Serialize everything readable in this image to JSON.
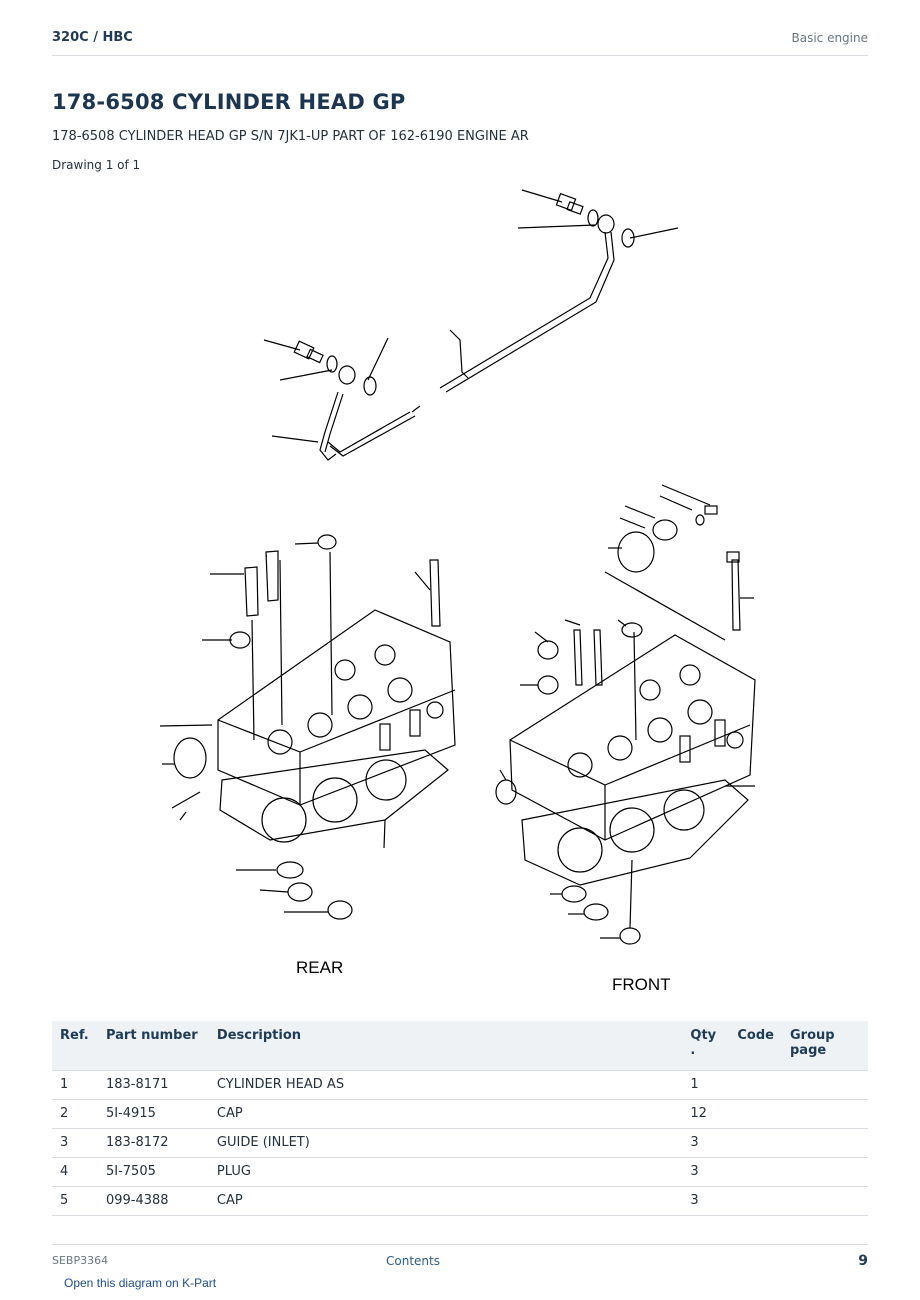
{
  "header": {
    "model": "320C  /  HBC",
    "section": "Basic engine"
  },
  "title": "178-6508 CYLINDER HEAD GP",
  "subtitle": "178-6508 CYLINDER HEAD GP S/N 7JK1-UP PART OF 162-6190 ENGINE AR",
  "drawing_count": "Drawing 1 of 1",
  "diagram": {
    "rear_label": "REAR",
    "front_label": "FRONT"
  },
  "table": {
    "headers": {
      "ref": "Ref.",
      "part": "Part number",
      "desc": "Description",
      "qty": "Qty\n.",
      "code": "Code",
      "group": "Group page"
    },
    "rows": [
      {
        "ref": "1",
        "part": "183-8171",
        "desc": "CYLINDER HEAD AS",
        "qty": "1",
        "code": "",
        "group": ""
      },
      {
        "ref": "2",
        "part": "5I-4915",
        "desc": "CAP",
        "qty": "12",
        "code": "",
        "group": ""
      },
      {
        "ref": "3",
        "part": "183-8172",
        "desc": "GUIDE (INLET)",
        "qty": "3",
        "code": "",
        "group": ""
      },
      {
        "ref": "4",
        "part": "5I-7505",
        "desc": "PLUG",
        "qty": "3",
        "code": "",
        "group": ""
      },
      {
        "ref": "5",
        "part": "099-4388",
        "desc": "CAP",
        "qty": "3",
        "code": "",
        "group": ""
      }
    ]
  },
  "footer": {
    "doc_id": "SEBP3364",
    "contents": "Contents",
    "page": "9",
    "kpart_link": "Open this diagram on K-Part"
  }
}
